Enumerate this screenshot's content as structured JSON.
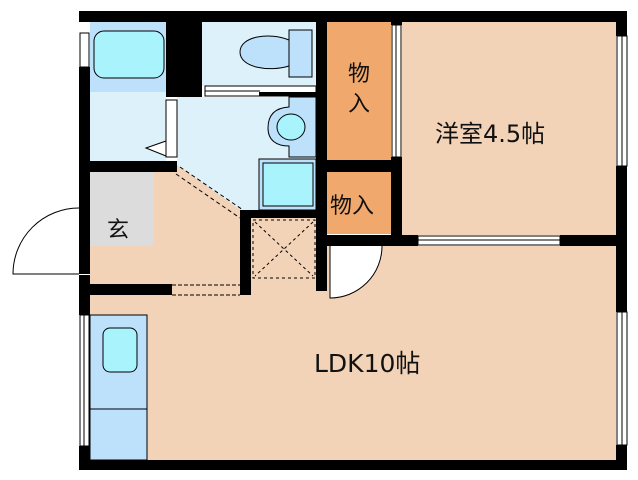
{
  "floorplan": {
    "rooms": {
      "western_room": {
        "label": "洋室4.5帖",
        "color": "#f2d3b8"
      },
      "ldk": {
        "label": "LDK10帖",
        "color": "#f2d3b8"
      },
      "closet_large": {
        "label_line1": "物",
        "label_line2": "入",
        "color": "#f0a86c"
      },
      "closet_small": {
        "label": "物入",
        "color": "#f0a86c"
      },
      "entrance": {
        "label": "玄",
        "color": "#dcdcdc"
      },
      "bathroom": {
        "color": "#ddf1fb"
      },
      "toilet": {
        "color": "#ddf1fb"
      },
      "washroom": {
        "color": "#ddf1fb"
      }
    },
    "colors": {
      "wall": "#000000",
      "fixture_light": "#bde0fb",
      "fixture_water": "#a9f4fc"
    }
  }
}
